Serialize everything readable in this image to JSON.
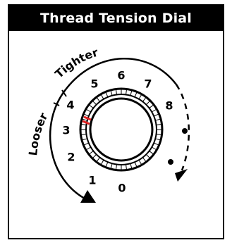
{
  "title": "Thread Tension Dial",
  "labels": {
    "tighter": "Tighter",
    "looser": "Looser"
  },
  "dial_numbers": [
    "0",
    "1",
    "2",
    "3",
    "4",
    "5",
    "6",
    "7",
    "8"
  ],
  "colors": {
    "background": "#ffffff",
    "title_bar": "#000000",
    "title_text": "#ffffff",
    "indicator": "#e02020"
  }
}
